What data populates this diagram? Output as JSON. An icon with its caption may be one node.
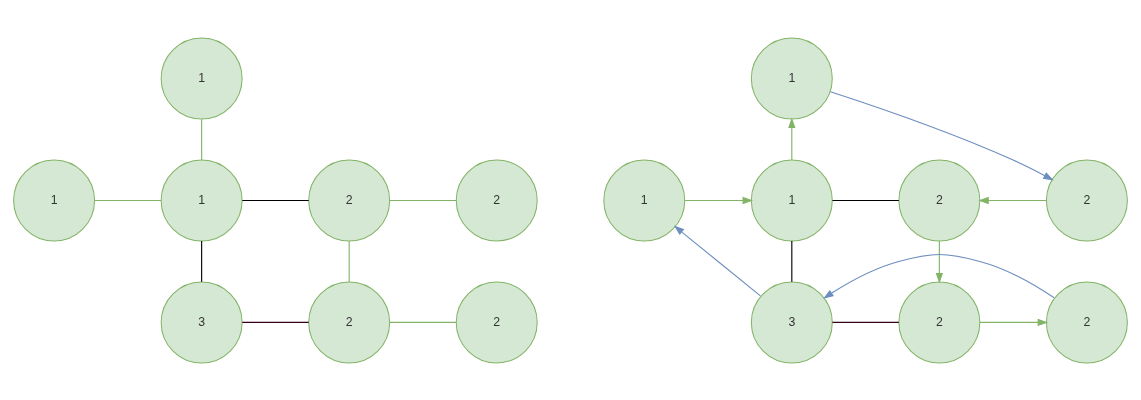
{
  "diagram": {
    "nodes": [
      {
        "text": [
          "1"
        ]
      },
      {
        "text": [
          "1"
        ]
      },
      {
        "text": [
          "1"
        ]
      },
      {
        "text": [
          "2"
        ]
      },
      {
        "text": [
          "2"
        ]
      },
      {
        "text": [
          "3"
        ]
      },
      {
        "text": [
          "2"
        ]
      },
      {
        "text": [
          "2"
        ]
      },
      {
        "text": [
          "1"
        ]
      },
      {
        "text": [
          "1"
        ]
      },
      {
        "text": [
          "1"
        ]
      },
      {
        "text": [
          "2"
        ]
      },
      {
        "text": [
          "2"
        ]
      },
      {
        "text": [
          "3"
        ]
      },
      {
        "text": [
          "2"
        ]
      },
      {
        "text": [
          "2"
        ]
      }
    ],
    "edges": [
      {
        "from": 0,
        "to": 2,
        "arrow": "none"
      },
      {
        "from": 1,
        "to": 2,
        "arrow": "none"
      },
      {
        "from": 2,
        "to": 3,
        "arrow": "none",
        "color": "#000000"
      },
      {
        "from": 3,
        "to": 4,
        "arrow": "none"
      },
      {
        "from": 2,
        "to": 5,
        "arrow": "none",
        "color": "#000000"
      },
      {
        "from": 3,
        "to": 6,
        "arrow": "none"
      },
      {
        "from": 5,
        "to": 6,
        "arrow": "none",
        "color": "#33001a"
      },
      {
        "from": 6,
        "to": 7,
        "arrow": "none"
      },
      {
        "from": 9,
        "to": 10,
        "arrow": "to"
      },
      {
        "from": 10,
        "to": 8,
        "arrow": "to"
      },
      {
        "from": 8,
        "to": 12,
        "arrow": "to",
        "color": "#6c8ebf"
      },
      {
        "from": 12,
        "to": 11,
        "arrow": "to"
      },
      {
        "from": 10,
        "to": 11,
        "arrow": "none",
        "color": "#000000"
      },
      {
        "from": 10,
        "to": 13,
        "arrow": "none",
        "color": "#000000"
      },
      {
        "from": 11,
        "to": 14,
        "arrow": "to"
      },
      {
        "from": 13,
        "to": 14,
        "arrow": "none",
        "color": "#33001a"
      },
      {
        "from": 14,
        "to": 15,
        "arrow": "to"
      },
      {
        "from": 15,
        "to": 13,
        "arrow": "to",
        "color": "#6c8ebf"
      },
      {
        "from": 13,
        "to": 9,
        "arrow": "to",
        "color": "#6c8ebf"
      }
    ]
  }
}
